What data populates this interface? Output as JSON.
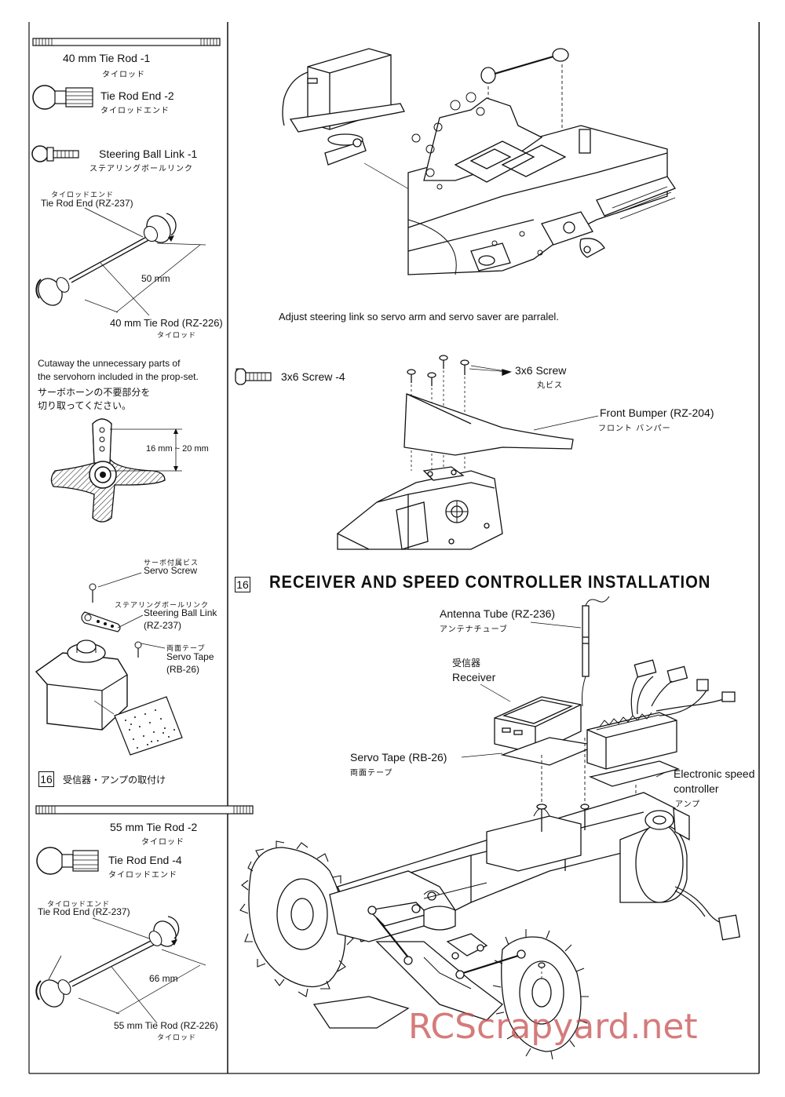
{
  "left": {
    "tie_rod_40": {
      "label": "40 mm Tie Rod -1",
      "jp": "タイロッド"
    },
    "tie_rod_end_2": {
      "label": "Tie Rod  End -2",
      "jp": "タイロッドエンド"
    },
    "steering_ball_link_1": {
      "label": "Steering Ball Link -1",
      "jp": "ステアリングボールリンク"
    },
    "diagram1": {
      "end_jp": "タイロッドエンド",
      "end_label": "Tie Rod End (RZ-237)",
      "dim": "50 mm",
      "rod_label": "40 mm Tie Rod (RZ-226)",
      "rod_jp": "タイロッド"
    },
    "cutaway": {
      "line1": "Cutaway the unnecessary parts of",
      "line2": "the servohorn included in the prop-set.",
      "jp1": "サーボホーンの不要部分を",
      "jp2": "切り取ってください。",
      "dim": "16 mm ~ 20 mm"
    },
    "servo": {
      "screw_jp": "サーボ付属ビス",
      "screw": "Servo Screw",
      "link_jp": "ステアリングボールリンク",
      "link": "Steering Ball Link",
      "link_code": "(RZ-237)",
      "tape_jp": "両面テープ",
      "tape": "Servo Tape",
      "tape_code": "(RB-26)"
    },
    "step16_jp": {
      "num": "16",
      "text": "受信器・アンプの取付け"
    },
    "tie_rod_55": {
      "label": "55 mm Tie Rod -2",
      "jp": "タイロッド"
    },
    "tie_rod_end_4": {
      "label": "Tie Rod  End -4",
      "jp": "タイロッドエンド"
    },
    "diagram2": {
      "end_jp": "タイロッドエンド",
      "end_label": "Tie Rod End (RZ-237)",
      "dim": "66 mm",
      "rod_label": "55 mm Tie Rod (RZ-226)",
      "rod_jp": "タイロッド"
    }
  },
  "right": {
    "adjust_note": "Adjust steering link so servo arm and servo saver are parralel.",
    "screw_part": "3x6 Screw -4",
    "screw_label": "3x6 Screw",
    "screw_jp": "丸ビス",
    "bumper_label": "Front Bumper (RZ-204)",
    "bumper_jp": "フロント  バンパー",
    "step16": {
      "num": "16",
      "title": "RECEIVER AND SPEED CONTROLLER INSTALLATION"
    },
    "antenna": "Antenna Tube (RZ-236)",
    "antenna_jp": "アンテナチューブ",
    "receiver_jp": "受信器",
    "receiver": "Receiver",
    "tape": "Servo Tape (RB-26)",
    "tape_jp": "両面テープ",
    "esc1": "Electronic speed",
    "esc2": "controller",
    "esc_jp": "アンプ"
  },
  "watermark": "RCScrapyard.net"
}
